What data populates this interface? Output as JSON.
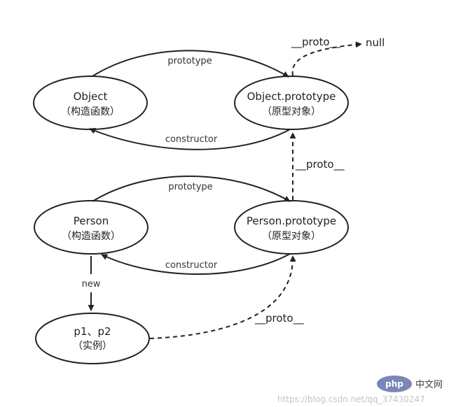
{
  "nodes": {
    "object_ctor": {
      "title": "Object",
      "subtitle": "（构造函数）"
    },
    "object_proto": {
      "title": "Object.prototype",
      "subtitle": "（原型对象）"
    },
    "person_ctor": {
      "title": "Person",
      "subtitle": "（构造函数）"
    },
    "person_proto": {
      "title": "Person.prototype",
      "subtitle": "（原型对象）"
    },
    "instances": {
      "title": "p1、p2",
      "subtitle": "（实例）"
    },
    "null_node": {
      "title": "null"
    }
  },
  "edges": {
    "object_prototype": "prototype",
    "object_constructor": "constructor",
    "person_prototype": "prototype",
    "person_constructor": "constructor",
    "new": "new",
    "proto_object_to_null": "__proto__",
    "proto_person_to_object": "__proto__",
    "proto_instance_to_person": "__proto__"
  },
  "watermark": {
    "url": "https://blog.csdn.net/qq_37430247",
    "badge": "php",
    "site": "中文网"
  },
  "colors": {
    "stroke": "#222222",
    "badge": "#7a86b8"
  }
}
